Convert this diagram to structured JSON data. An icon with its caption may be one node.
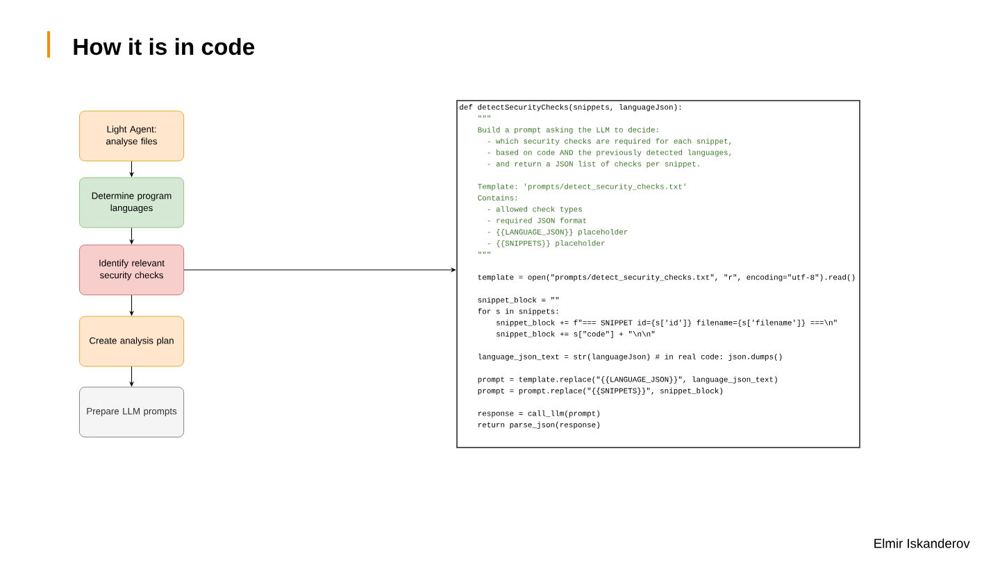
{
  "diagram": {
    "title": "How it is in code",
    "nodes": [
      {
        "text": [
          "Light Agent: analyse files"
        ]
      },
      {
        "text": [
          "Determine program languages"
        ]
      },
      {
        "text": [
          "Identify relevant security checks"
        ]
      },
      {
        "text": [
          "Create analysis plan"
        ]
      },
      {
        "text": [
          "Prepare LLM prompts"
        ]
      },
      {
        "text": [
          "def detectSecurityChecks(snippets, languageJson):",
          "\"\"\"",
          "Build a prompt asking the LLM to decide:",
          "- which security checks are required for each snippet,",
          "- based on code AND the previously detected languages,",
          "- and return a JSON list of checks per snippet.",
          "Template: 'prompts/detect_security_checks.txt'",
          "Contains:",
          "- allowed check types",
          "- required JSON format",
          "- {{LANGUAGE_JSON}} placeholder",
          "- {{SNIPPETS}} placeholder",
          "\"\"\"",
          "template = open(\"prompts/detect_security_checks.txt\", \"r\", encoding=\"utf-8\").read()",
          "snippet_block = \"\"",
          "for s in snippets:",
          "snippet_block += f\"=== SNIPPET id={s['id']} filename={s['filename']} ===\\n\"",
          "snippet_block += s[\"code\"] + \"\\n\\n\"",
          "language_json_text = str(languageJson)  # in real code: json.dumps()",
          "prompt = template.replace(\"{{LANGUAGE_JSON}}\", language_json_text)",
          "prompt = prompt.replace(\"{{SNIPPETS}}\", snippet_block)",
          "response = call_llm(prompt)",
          "return parse_json(response)"
        ]
      }
    ],
    "edges": [
      {
        "from": 0,
        "to": 1,
        "arrow": "to"
      },
      {
        "from": 1,
        "to": 2,
        "arrow": "to"
      },
      {
        "from": 2,
        "to": 3,
        "arrow": "to"
      },
      {
        "from": 3,
        "to": 4,
        "arrow": "to"
      },
      {
        "from": 2,
        "to": 5,
        "arrow": "to"
      }
    ],
    "labels": [
      "Elmir Iskanderov"
    ]
  }
}
